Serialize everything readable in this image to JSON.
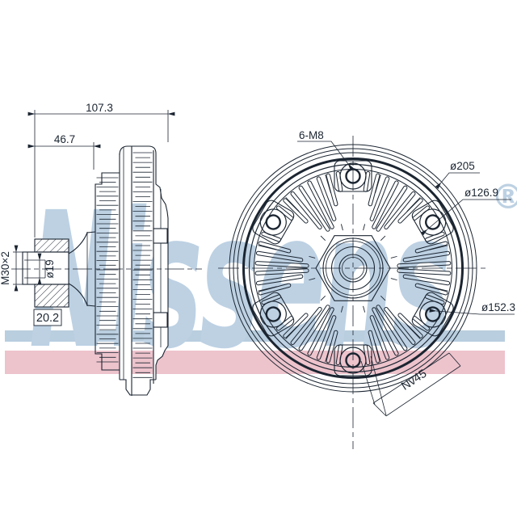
{
  "colors": {
    "ink": "#1b2531",
    "watermark": "#bdd1e3",
    "stripe_blue": "#b9cedf",
    "stripe_pink": "#edc3cc",
    "background": "#ffffff"
  },
  "watermark": {
    "text": "Nissens",
    "registered": "®"
  },
  "side_view": {
    "dim_total_width": "107.3",
    "dim_front_width": "46.7",
    "dim_thread": "M30×2",
    "dim_bore": "ø19",
    "dim_hub_length": "20.2"
  },
  "front_view": {
    "bolt_pattern": "6-M8",
    "dia_outer": "ø205",
    "dia_inner": "ø126.9",
    "dia_bolt_circle": "ø152.3",
    "spec_code": "Nv45"
  }
}
